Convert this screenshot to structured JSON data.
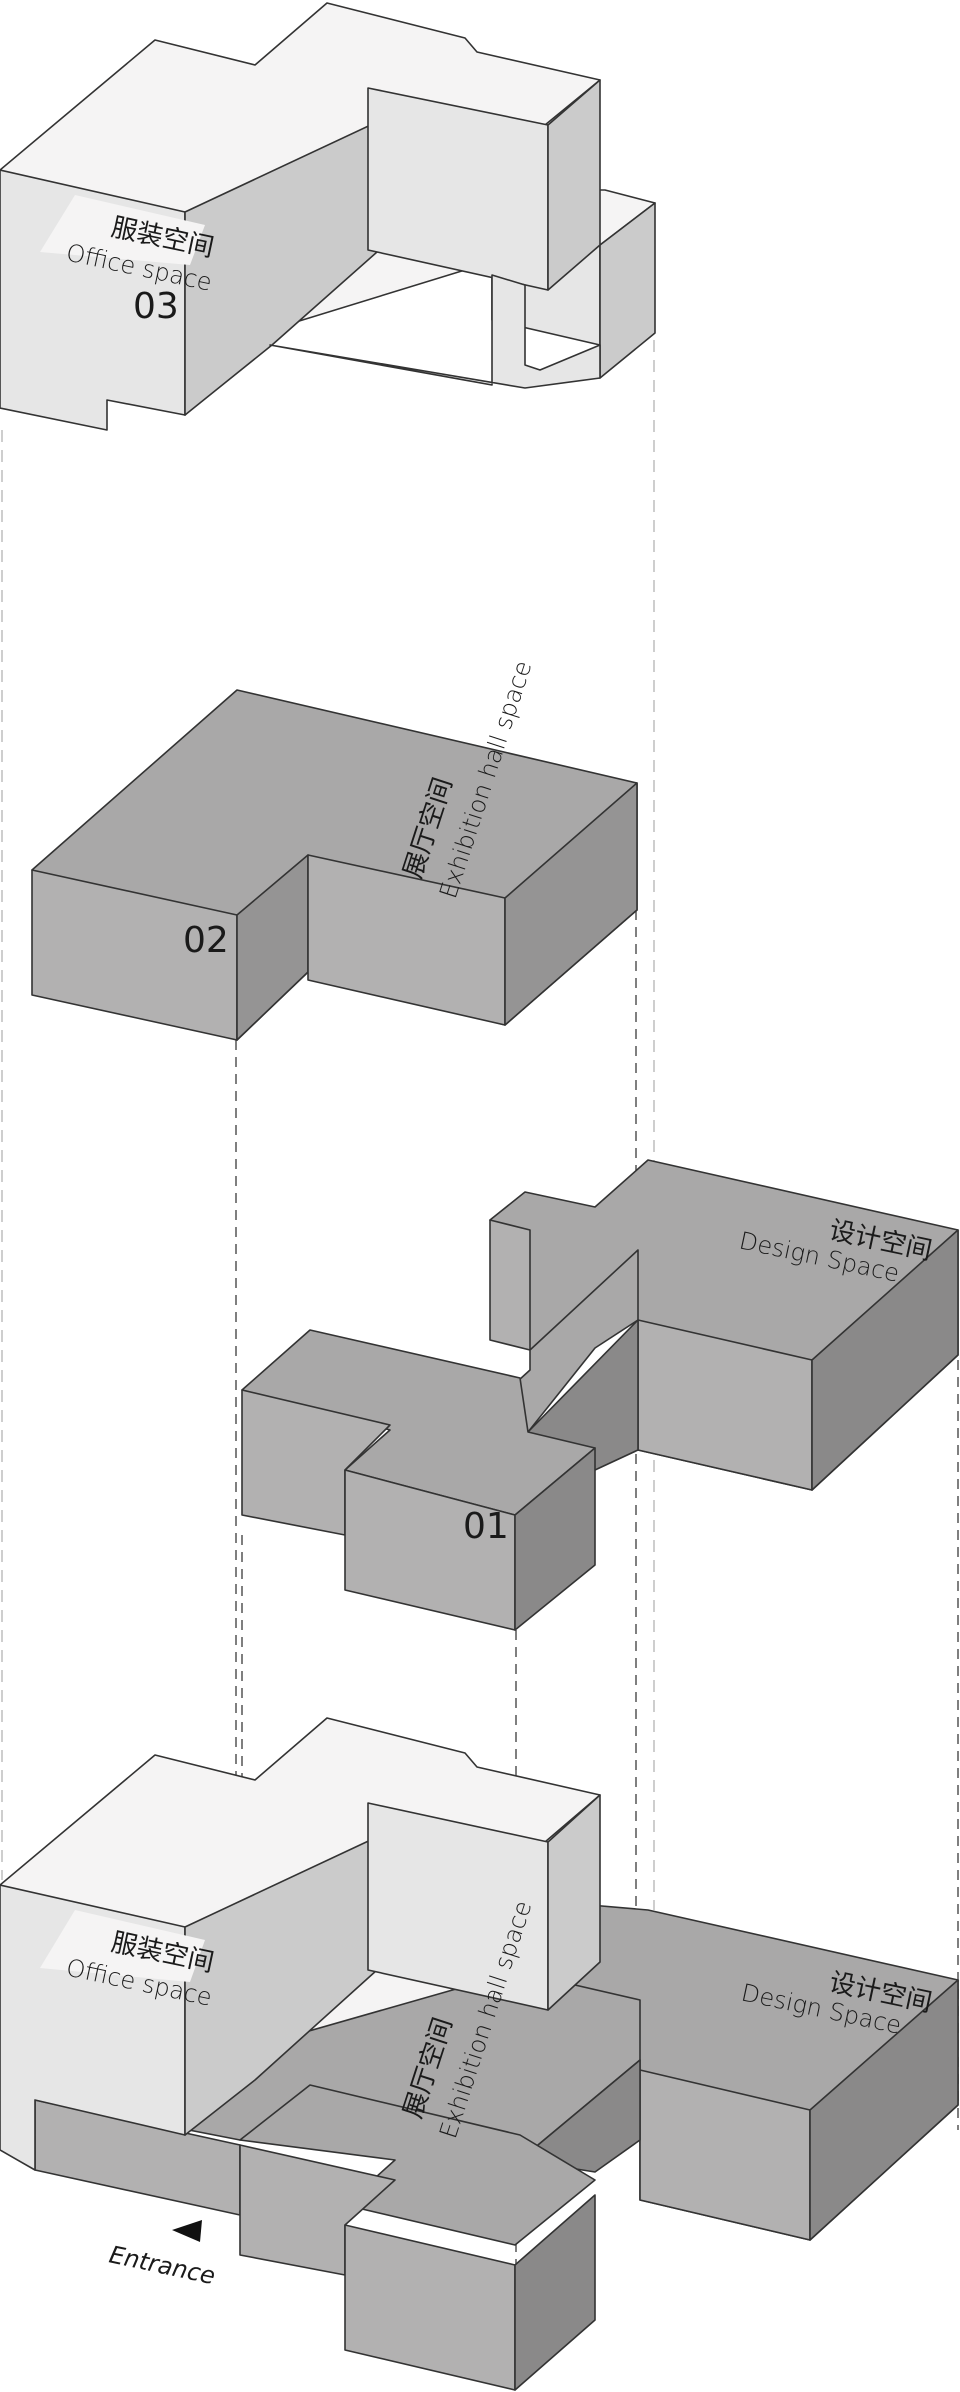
{
  "colors": {
    "white_top": "#f5f4f4",
    "white_left": "#e6e6e6",
    "white_right": "#cbcbcb",
    "gray_top": "#a9a8a8",
    "gray_left": "#b2b1b1",
    "gray_right": "#959494",
    "gray_dark": "#8a8989",
    "edge": "#333333",
    "guide": "#555555"
  },
  "level3": {
    "number": "03",
    "label_cn": "服装空间",
    "label_en": "Office space"
  },
  "level2": {
    "number": "02",
    "label_cn": "展厅空间",
    "label_en": "Exhibition hall space"
  },
  "level1": {
    "number": "01",
    "label_cn": "设计空间",
    "label_en": "Design Space"
  },
  "assembly": {
    "office_cn": "服装空间",
    "office_en": "Office space",
    "exhibition_cn": "展厅空间",
    "exhibition_en": "Exhibition hall space",
    "design_cn": "设计空间",
    "design_en": "Design Space",
    "entrance": "Entrance",
    "entrance_icon": "triangle-arrow-icon"
  }
}
